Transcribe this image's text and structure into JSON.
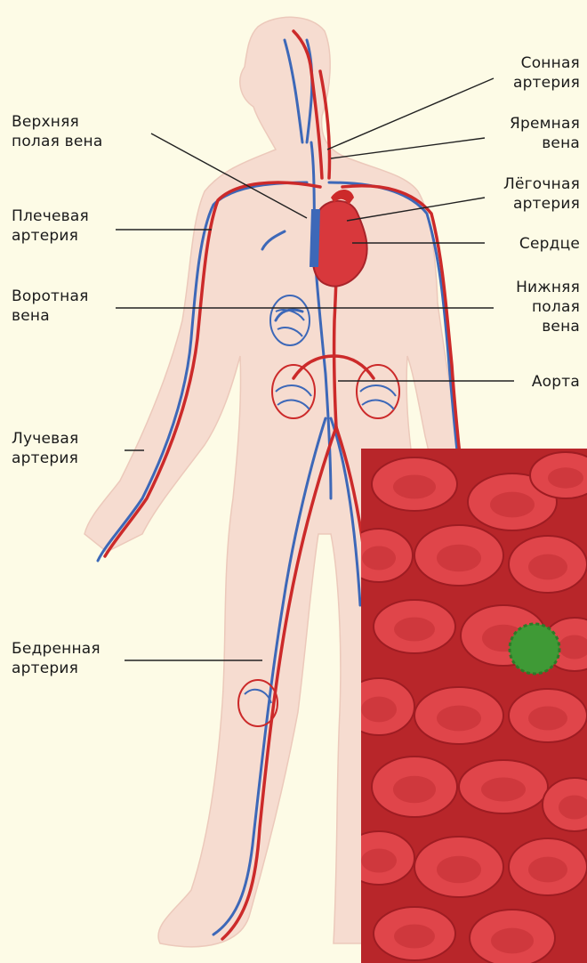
{
  "colors": {
    "background": "#fdfbe6",
    "skin": "#f6dcd0",
    "artery": "#cc2a2a",
    "vein": "#3d68b8",
    "heart": "#d8383c",
    "blood_bg": "#b8262a",
    "red_cell": "#e0454a",
    "white_cell": "#3f9a36"
  },
  "labels": {
    "carotid_artery": "Сонная\nартерия",
    "jugular_vein": "Яремная\nвена",
    "pulmonary_artery": "Лёгочная\nартерия",
    "heart": "Сердце",
    "inferior_vena_cava": "Нижняя\nполая\nвена",
    "aorta": "Аорта",
    "superior_vena_cava": "Верхняя\nполая вена",
    "brachial_artery": "Плечевая\nартерия",
    "portal_vein": "Воротная\nвена",
    "radial_artery": "Лучевая\nартерия",
    "femoral_artery": "Бедренная\nартерия"
  }
}
